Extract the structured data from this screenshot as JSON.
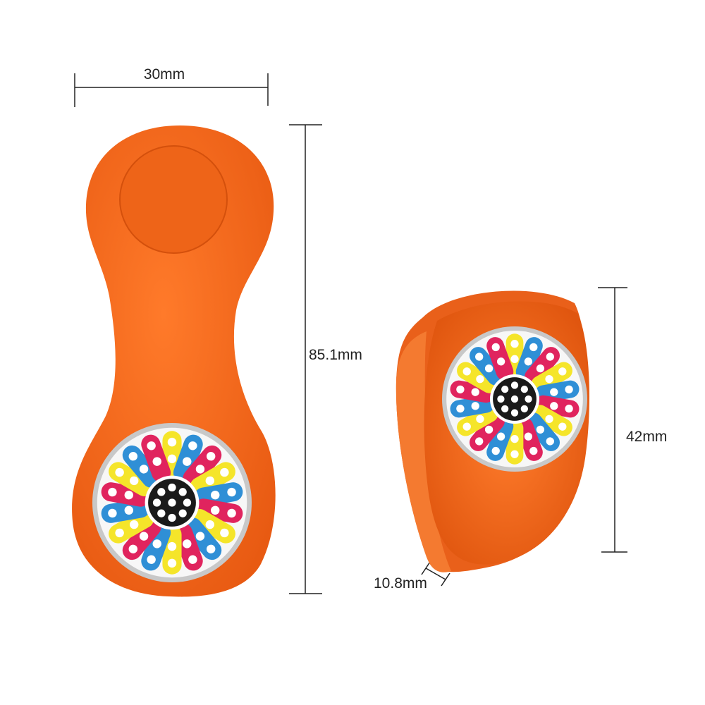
{
  "dimensions": {
    "width_label": "30mm",
    "length_label": "85.1mm",
    "clip_height_label": "42mm",
    "clip_thickness_label": "10.8mm"
  },
  "colors": {
    "silicone": "#f26a1e",
    "silicone_dark": "#d9530c",
    "petal_yellow": "#f5e52a",
    "petal_blue": "#2f8fd6",
    "petal_pink": "#e0245e",
    "center": "#1a1a1a",
    "rim": "#c8c8c8"
  }
}
